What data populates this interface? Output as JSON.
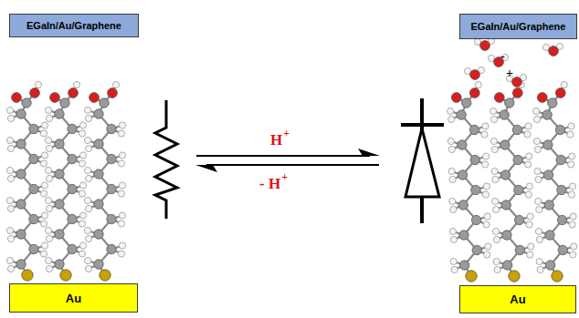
{
  "diagram": {
    "nodes": [
      {
        "text": [
          "EGaIn/Au/Graphene"
        ]
      },
      {
        "text": [
          "Au"
        ]
      },
      {
        "text": [
          "EGaIn/Au/Graphene"
        ]
      },
      {
        "text": [
          "Au"
        ]
      }
    ],
    "labels": [
      "H",
      "+",
      "- H",
      "+",
      "-",
      "+"
    ]
  }
}
